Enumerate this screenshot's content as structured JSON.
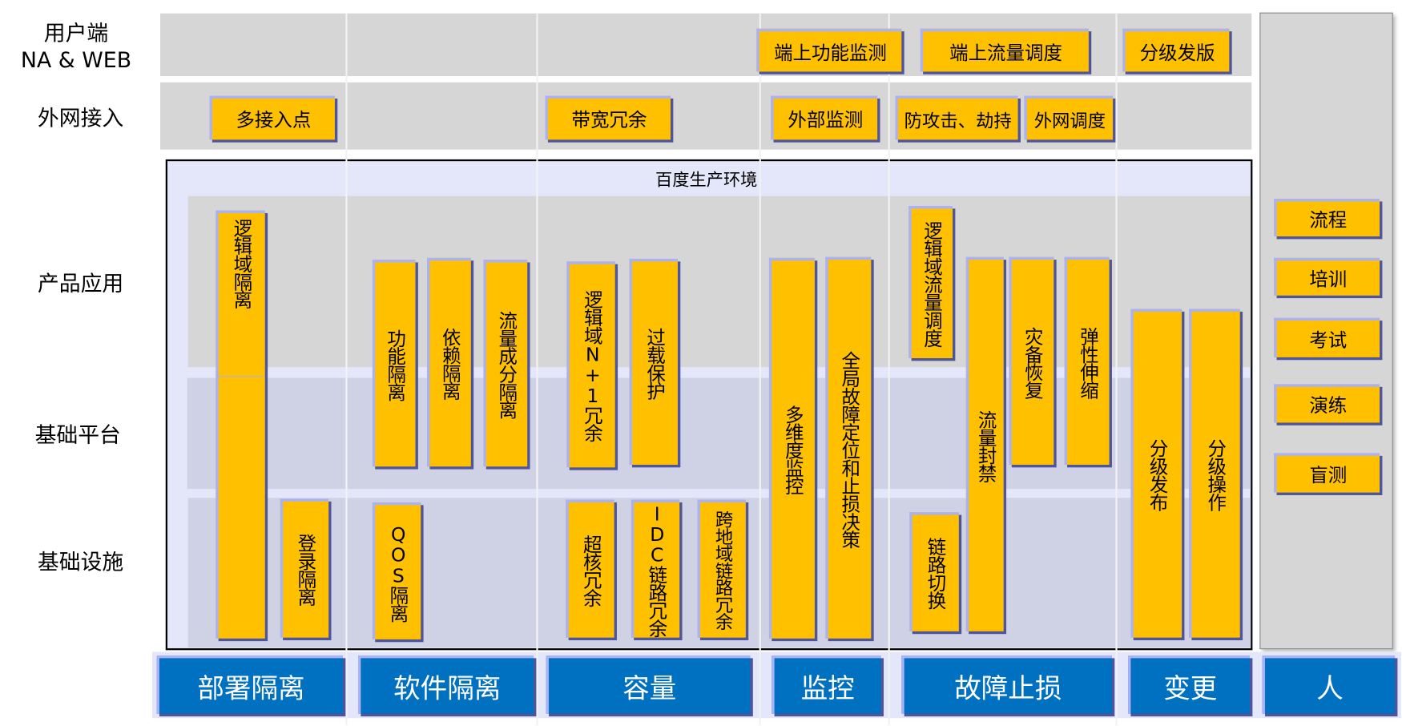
{
  "row_labels": {
    "client_line1": "用户端",
    "client_line2": "NA & WEB",
    "external": "外网接入",
    "product": "产品应用",
    "platform": "基础平台",
    "infra": "基础设施"
  },
  "environment_title": "百度生产环境",
  "client_row": [
    "端上功能监测",
    "端上流量调度",
    "分级发版"
  ],
  "external_row": [
    "多接入点",
    "带宽冗余",
    "外部监测",
    "防攻击、劫持",
    "外网调度"
  ],
  "deploy_isolation": [
    "逻辑域隔离",
    "登录隔离"
  ],
  "software_isolation": [
    "功能隔离",
    "依赖隔离",
    "流量成分隔离",
    "QOS隔离"
  ],
  "capacity": [
    "逻辑域N+1冗余",
    "过载保护",
    "超核冗余",
    "IDC链路冗余",
    "跨地域链路冗余"
  ],
  "monitoring": [
    "多维度监控",
    "全局故障定位和止损决策"
  ],
  "fault_stop": [
    "逻辑域流量调度",
    "流量封禁",
    "灾备恢复",
    "弹性伸缩",
    "链路切换"
  ],
  "change": [
    "分级发布",
    "分级操作"
  ],
  "people": [
    "流程",
    "培训",
    "考试",
    "演练",
    "盲测"
  ],
  "categories": [
    "部署隔离",
    "软件隔离",
    "容量",
    "监控",
    "故障止损",
    "变更",
    "人"
  ],
  "colors": {
    "box": "#ffc000",
    "category": "#0070c0",
    "band": "#d6d6d6",
    "environment": "#e4e6fa"
  }
}
